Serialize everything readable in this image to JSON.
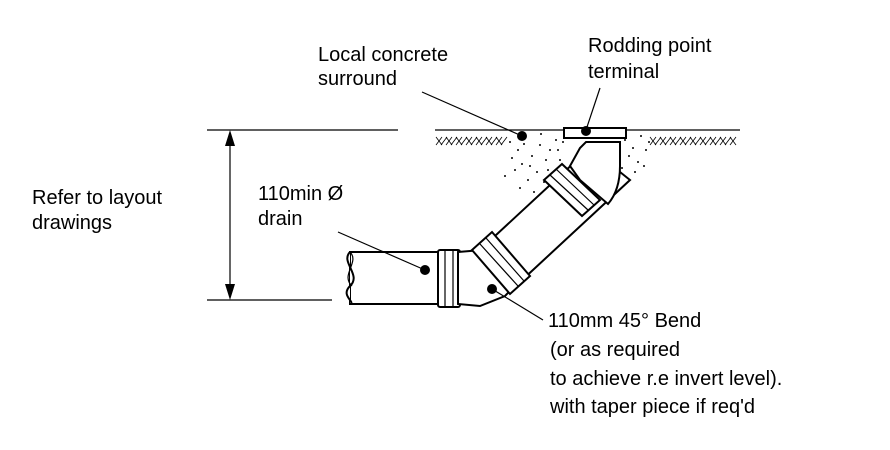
{
  "labels": {
    "concrete_line1": "Local concrete",
    "concrete_line2": "surround",
    "rodding_line1": "Rodding point",
    "rodding_line2": "terminal",
    "refer_line1": "Refer to layout",
    "refer_line2": "drawings",
    "drain_line1": "110min Ø",
    "drain_line2": "drain",
    "bend_line1": "110mm 45° Bend",
    "bend_line2": "(or as required",
    "bend_line3": "to achieve r.e invert level).",
    "bend_line4": "with taper piece if req'd"
  },
  "colors": {
    "ink": "#000000",
    "background": "#ffffff"
  }
}
